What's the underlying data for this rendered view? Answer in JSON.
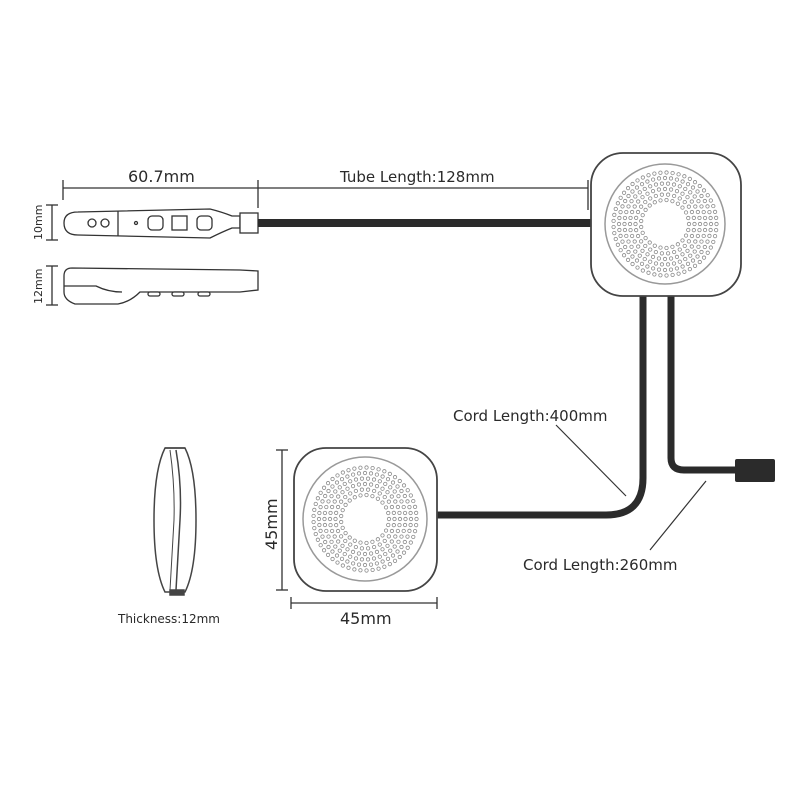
{
  "labels": {
    "remote_length": "60.7mm",
    "tube_length": "Tube Length:128mm",
    "remote_width": "10mm",
    "remote_height": "12mm",
    "cord_400": "Cord Length:400mm",
    "cord_260": "Cord Length:260mm",
    "speaker_height": "45mm",
    "speaker_width": "45mm",
    "thickness": "Thickness:12mm"
  },
  "colors": {
    "line": "#3a3a3a",
    "cable": "#2b2b2b",
    "dots": "#8a8a8a"
  }
}
